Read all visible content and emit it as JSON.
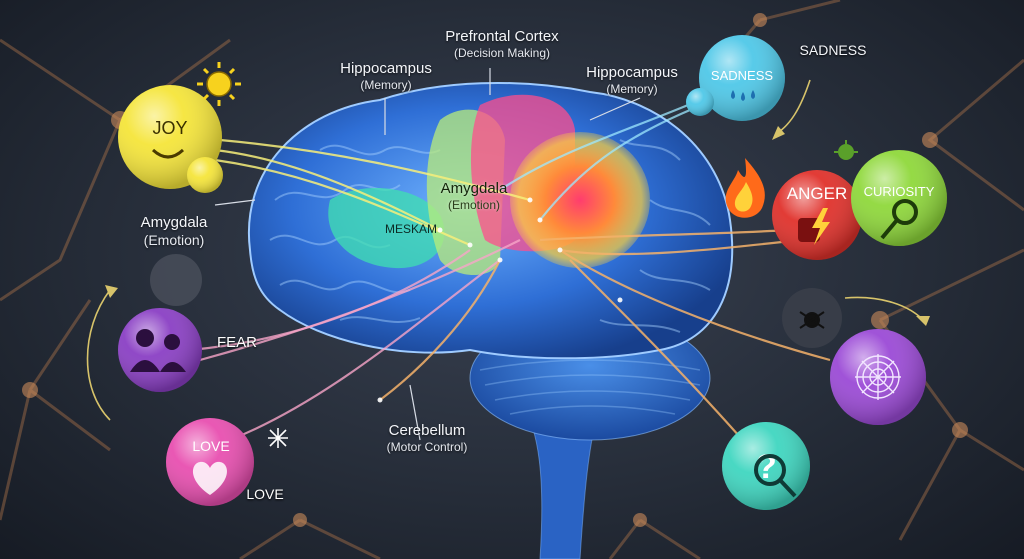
{
  "labels": {
    "prefrontal": {
      "main": "Prefrontal Cortex",
      "sub": "(Decision Making)"
    },
    "hippocampus_left": {
      "main": "Hippocampus",
      "sub": "(Memory)"
    },
    "hippocampus_right": {
      "main": "Hippocampus",
      "sub": "(Memory)"
    },
    "amygdala_left": {
      "main": "Amygdala",
      "sub": "(Emotion)"
    },
    "amygdala_center": {
      "main": "Amygdala",
      "sub": "(Emotion)"
    },
    "meskam": "MESKAM",
    "cerebellum": {
      "main": "Cerebellum",
      "sub": "(Motor Control)"
    }
  },
  "emotions": {
    "joy": {
      "label": "JOY",
      "color": "#f5e53a"
    },
    "sadness": {
      "label": "SADNESS",
      "outer_label": "SADNESS",
      "color": "#4fc8e8"
    },
    "anger": {
      "label": "ANGER",
      "color": "#e0312b"
    },
    "curiosity": {
      "label": "CURIOSITY",
      "color": "#8fd83b"
    },
    "fear": {
      "label": "FEAR",
      "color": "#8a3fc4"
    },
    "love": {
      "label": "LOVE",
      "outer_label": "LOVE",
      "color": "#e84fb0"
    },
    "spider": {
      "color": "#9b4ad6"
    },
    "question": {
      "color": "#3fd6c0"
    }
  },
  "icons": [
    "sun-icon",
    "smile-icon",
    "raindrops-icon",
    "fire-icon",
    "fist-lightning-icon",
    "magnifier-icon",
    "silhouettes-icon",
    "heart-hands-icon",
    "spider-icon",
    "web-icon",
    "question-mark-icon",
    "neuron-icon"
  ]
}
